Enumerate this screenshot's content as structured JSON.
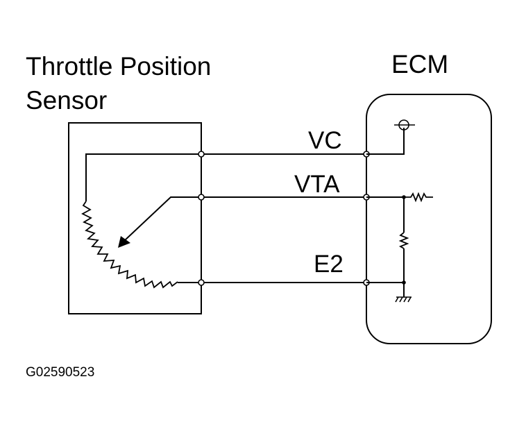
{
  "sensor": {
    "title_line1": "Throttle Position",
    "title_line2": "Sensor"
  },
  "ecm": {
    "title": "ECM"
  },
  "terminals": {
    "vc": "VC",
    "vta": "VTA",
    "e2": "E2"
  },
  "figure_id": "G02590523"
}
